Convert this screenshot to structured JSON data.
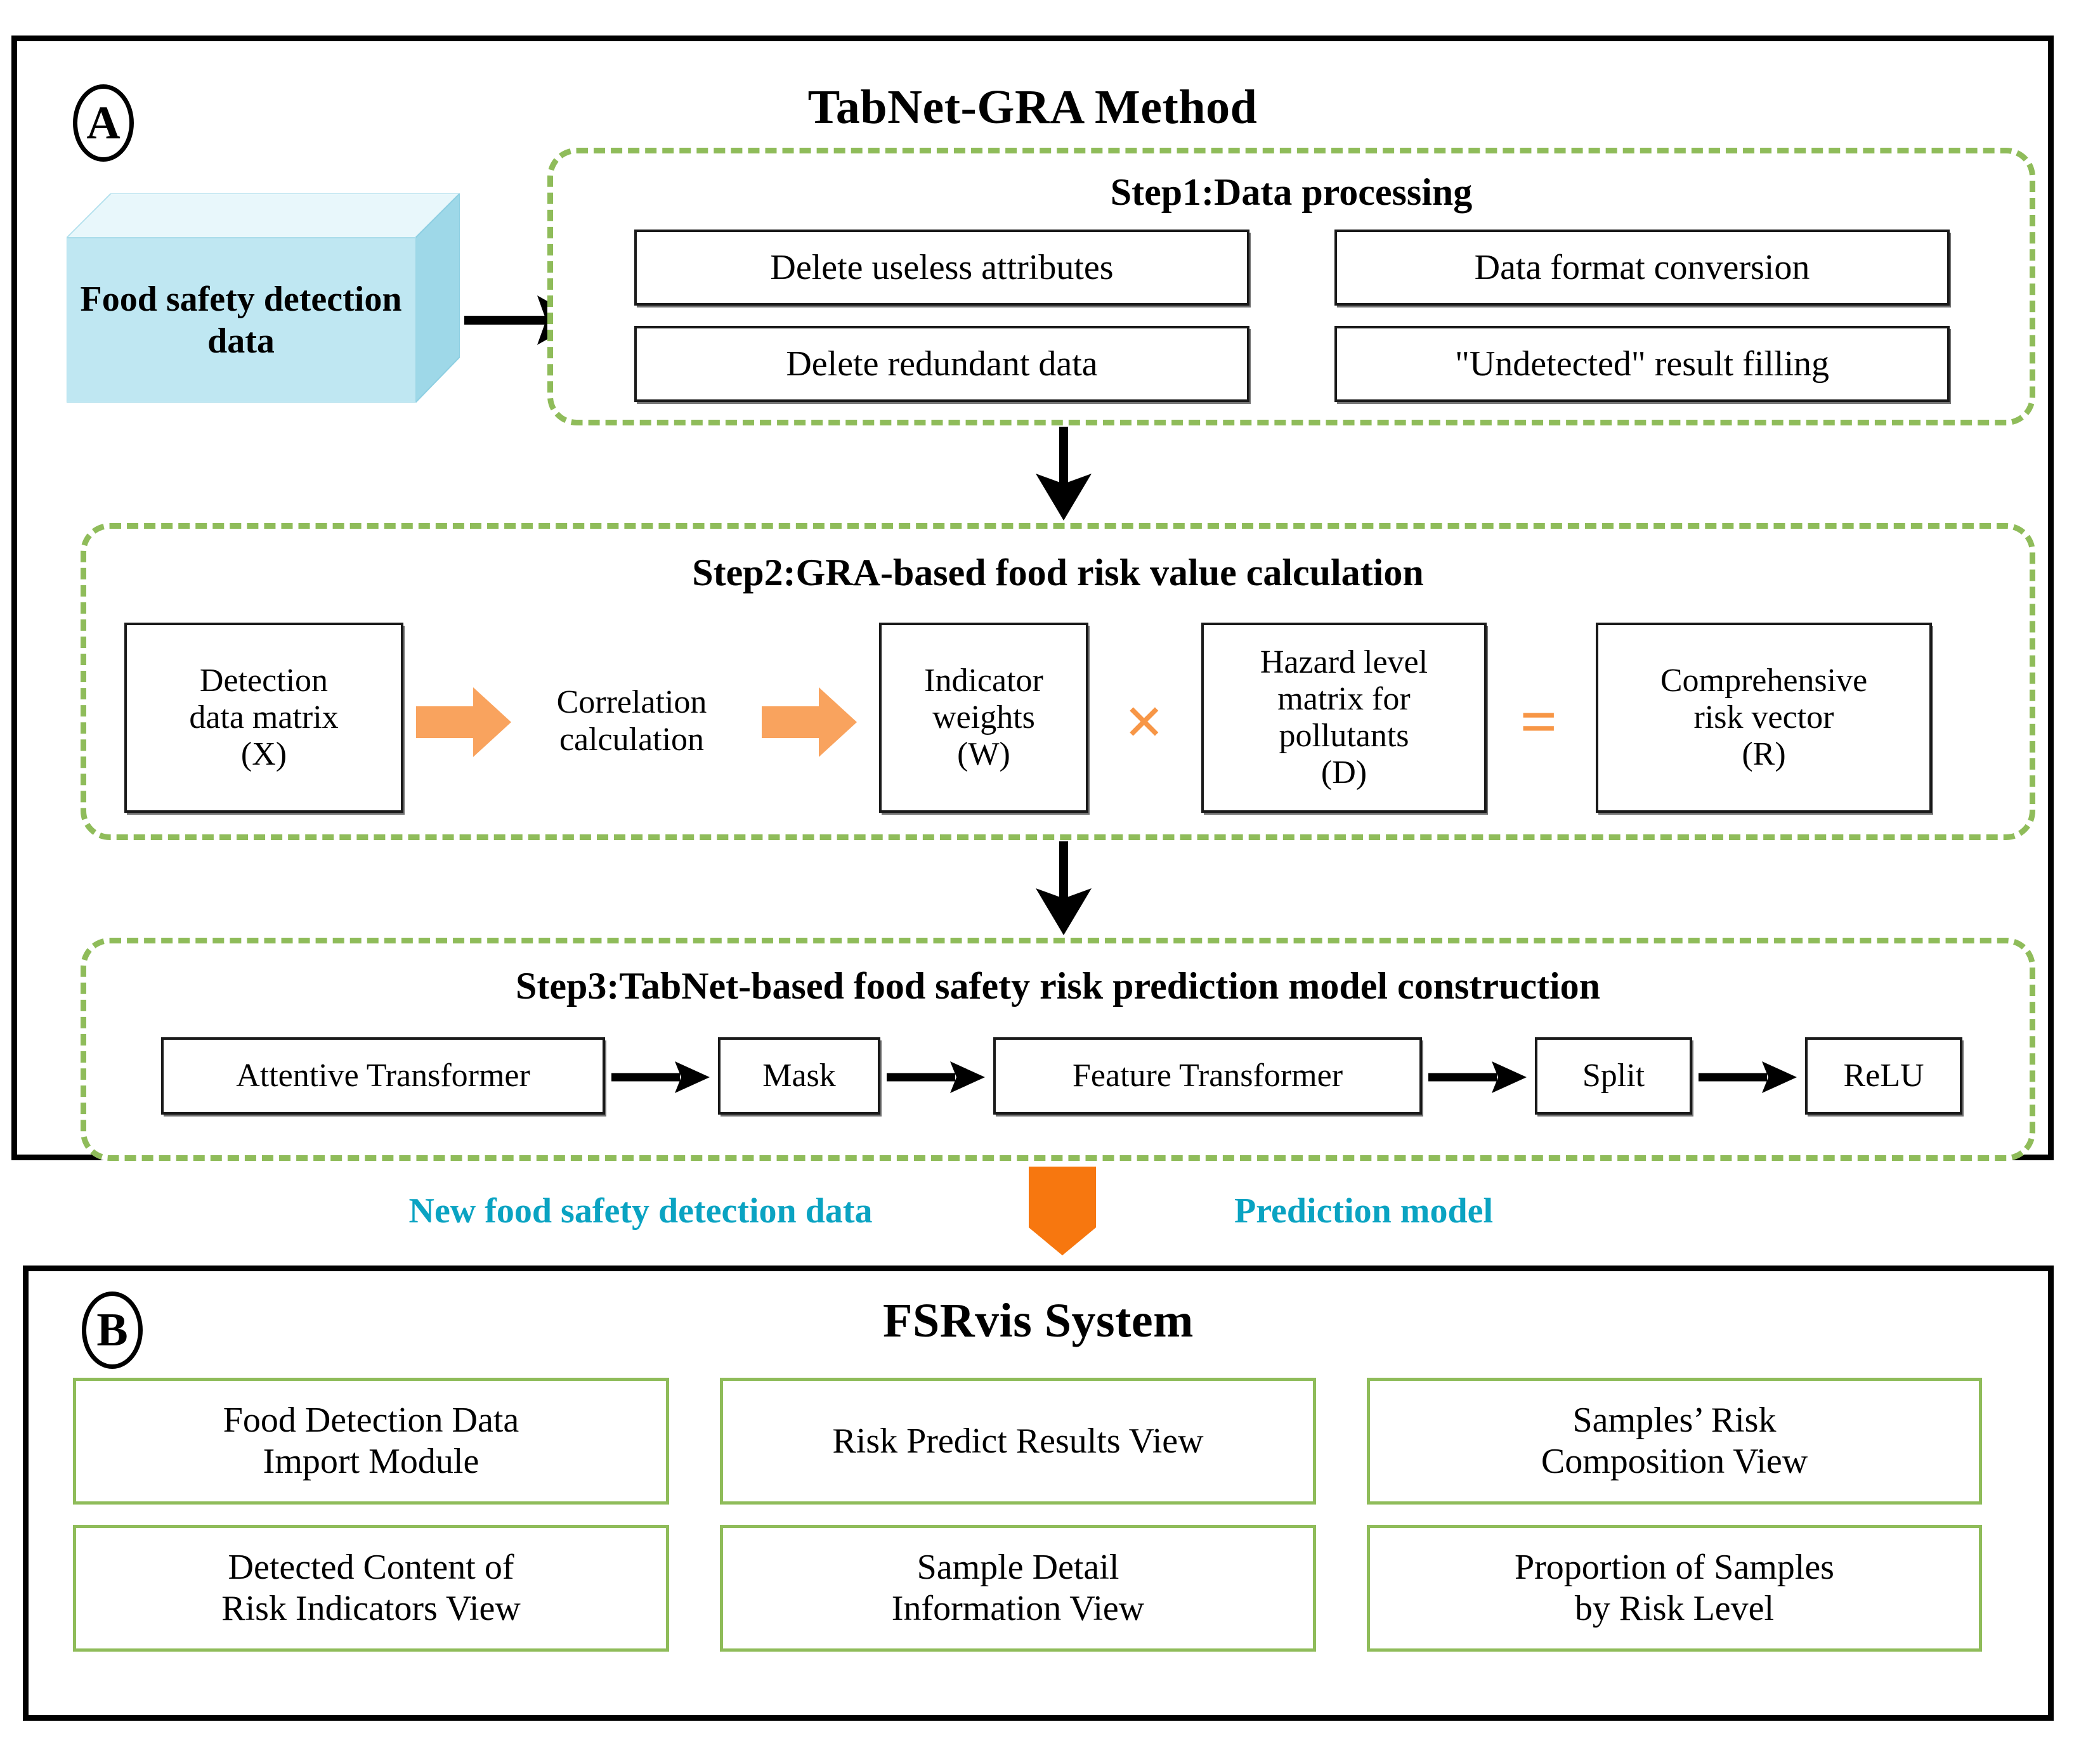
{
  "panelA": {
    "letter": "A",
    "title": "TabNet-GRA Method",
    "source_box": {
      "line1": "Food safety",
      "line2": "detection data"
    },
    "step1": {
      "title": "Step1:Data processing",
      "items": [
        "Delete useless attributes",
        "Data format conversion",
        "Delete redundant data",
        "\"Undetected\" result filling"
      ]
    },
    "step2": {
      "title": "Step2:GRA-based food risk value calculation",
      "nodes": [
        {
          "line1": "Detection",
          "line2": "data matrix",
          "line3": "(X)"
        },
        {
          "line1": "Indicator",
          "line2": "weights",
          "line3": "(W)"
        },
        {
          "line1": "Hazard level",
          "line2": "matrix for",
          "line3": "pollutants",
          "line4": "(D)"
        },
        {
          "line1": "Comprehensive",
          "line2": "risk vector",
          "line3": "(R)"
        }
      ],
      "mid_label": {
        "line1": "Correlation",
        "line2": "calculation"
      },
      "operator_multiply": "×",
      "operator_equals": "="
    },
    "step3": {
      "title": "Step3:TabNet-based food safety risk prediction model construction",
      "pipeline": [
        "Attentive Transformer",
        "Mask",
        "Feature Transformer",
        "Split",
        "ReLU"
      ]
    }
  },
  "bridge": {
    "left_caption": "New food safety detection data",
    "right_caption": "Prediction model"
  },
  "panelB": {
    "letter": "B",
    "title": "FSRvis System",
    "modules": [
      {
        "line1": "Food Detection Data",
        "line2": "Import Module"
      },
      {
        "line1": "Risk Predict Results View",
        "line2": ""
      },
      {
        "line1": "Samples’ Risk",
        "line2": "Composition View"
      },
      {
        "line1": "Detected Content of",
        "line2": "Risk Indicators View"
      },
      {
        "line1": "Sample Detail",
        "line2": "Information View"
      },
      {
        "line1": "Proportion of Samples",
        "line2": "by Risk Level"
      }
    ]
  },
  "colors": {
    "green_dashed": "#8fbc5a",
    "orange": "#f79646",
    "orange_light": "#f9a35e",
    "cyan": "#0aa3c2",
    "cube_blue": "#bfe7f2",
    "black": "#000000"
  }
}
